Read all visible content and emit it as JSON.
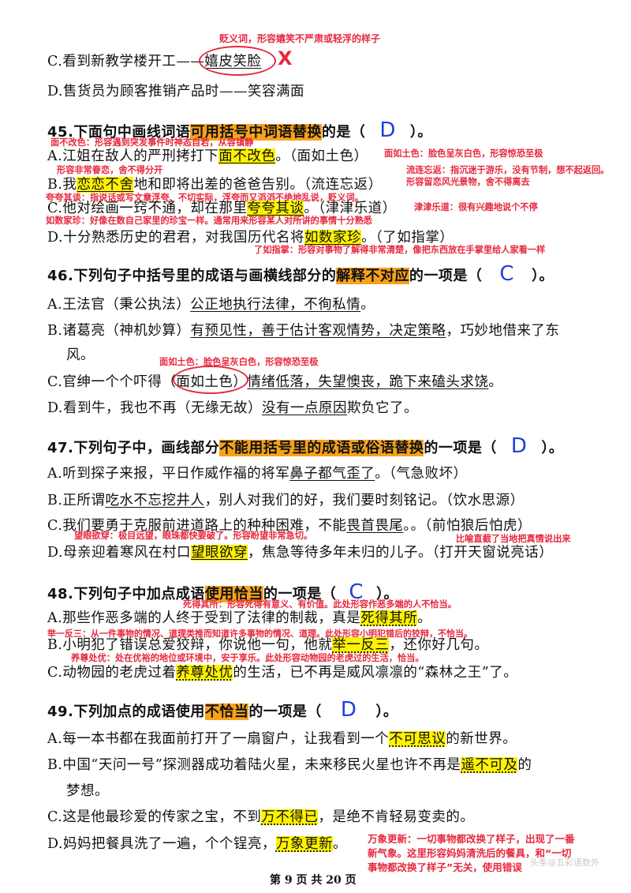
{
  "top": {
    "c_note": "贬义词，形容嬉笑不严肃或轻浮的样子",
    "c_pre": "C.看到新教学楼开工——",
    "c_word": "嬉皮笑脸",
    "c_mark": "X",
    "d_line": "D.售货员为顾客推销产品时——笑容满面"
  },
  "q45": {
    "num": "45.",
    "pre": "下面句中画线词语",
    "hl": "可用括号中词语替换",
    "post": "的是（",
    "answer": "D",
    "close": "）。",
    "note_a": "面不改色：形容遇到突发事件时神态自若，从容镇静",
    "a_pre": "A.江姐在敌人的严刑拷打下",
    "a_word": "面不改色",
    "a_post": "。（面如土色）",
    "note_a_right": "面如土色：脸色呈灰白色，形容惊恐至极",
    "note_b_left": "形容非常眷恋，舍不得分开",
    "b_pre": "B.我",
    "b_word": "恋恋不舍",
    "b_post": "地和即将出差的爸爸告别。（流连忘返）",
    "note_b_right": "流连忘返：指沉迷于游乐，没有节制，想不起返回。形容留恋风光景物，舍不得离去",
    "note_c": "夸夸其谈：指说话或写文章浮夸、不切实际，浮夸而又滔滔不绝地乱说，贬义词。",
    "c_pre": "C.他对绘画一窍不通，却在那里",
    "c_word": "夸夸其谈",
    "c_post": "。（津津乐道）",
    "note_c_right": "津津乐道：很有兴趣地说个不停",
    "note_d": "如数家珍：好像在数自己家里的珍宝一样。通常用来形容某人对所讲的事情十分熟悉",
    "d_pre": "D.十分熟悉历史的君君，对我国历代名将",
    "d_word": "如数家珍",
    "d_post": "。（了如指掌）",
    "note_d_bottom": "了如指掌：形容对事物了解得非常清楚，像把东西放在手掌里给人家看一样"
  },
  "q46": {
    "num": "46.",
    "pre": "下列句子中括号里的成语与画横线部分的",
    "hl": "解释不对应",
    "post": "的一项是（",
    "answer": "C",
    "close": "）。",
    "a_pre": "A.王法官（秉公执法）",
    "a_ul": "公正地执行法律，不徇私情",
    "a_post": "。",
    "b_pre": "B.诸葛亮（神机妙算）",
    "b_ul": "有预见性，善于估计客观情势，决定策略",
    "b_post": "，巧妙地借来了东",
    "b_cont": "风。",
    "note_c_top": "面如土色：脸色呈灰白色，形容惊恐至极",
    "c_pre": "C.官绅一个个吓得（",
    "c_word": "面如土色",
    "c_mid": "）",
    "c_ul": "情绪低落，失望懊丧，跪下来磕头求饶",
    "c_post": "。",
    "d_pre": "D.看到牛，我也不再（无缘无故）",
    "d_ul": "没有一点原因",
    "d_post": "欺负它了。"
  },
  "q47": {
    "num": "47.",
    "pre": "下列句子中，画线部分",
    "hl": "不能用括号里的成语或俗语替换",
    "post": "的一项是（",
    "answer": "D",
    "close": "）。",
    "a_pre": "A.听到探子来报，平日作威作福的将军",
    "a_ul": "鼻子都气歪了",
    "a_post": "。（气急败坏）",
    "b_pre": "B.正所谓",
    "b_ul": "吃水不忘挖井人",
    "b_post": "，别人对我们的好，我们要时刻铭记。（饮水思源）",
    "c_pre": "C.我们要勇于克服前进道路上的种种困难，不能",
    "c_ul": "畏首畏尾",
    "c_post": "。。（前怕狼后怕虎）",
    "note_d_left": "望眼欲穿：极目远望，眼珠都快要破了。形容盼望非常急切。",
    "note_d_right": "比喻直截了当地把真情说出来",
    "d_pre": "D.母亲迎着寒风在村口",
    "d_word": "望眼欲穿",
    "d_post": "，焦急等待多年未归的儿子。（打开天窗说亮话）"
  },
  "q48": {
    "num": "48.",
    "pre": "下列句子中加点成语",
    "hl": "使用恰当",
    "post": "的一项是（",
    "answer": "C",
    "close": "）。",
    "note_a": "死得其所：形容死得有意义、有价值。此处形容作恶多端的人不恰当。",
    "a_pre": "A.那些作恶多端的人终于受到了法律的制裁，真是",
    "a_word": "死得其所",
    "a_post": "。",
    "note_b": "举一反三：从一件事物的情况、道理类推而知道许多事物的情况、道理。此处形容小明犯错后的狡辩，不恰当。",
    "b_pre": "B.小明犯了错误总爱狡辩，你说他一句，他就",
    "b_word": "举一反三",
    "b_post": "，还你好几句。",
    "note_c": "养尊处优：处在优裕的地位或环境中，安于享乐。此处形容动物园的老虎过的生活，恰当。",
    "c_pre": "C.动物园的老虎过着",
    "c_word": "养尊处优",
    "c_post": "的生活，已不再是威风凛凛的“森林之王”了。"
  },
  "q49": {
    "num": "49.",
    "pre": "下列加点的成语使用",
    "hl": "不恰当",
    "post": "的一项是（",
    "answer": "D",
    "close": "）。",
    "a_pre": "A.每一本书都在我面前打开了一扇窗户，让我看到一个",
    "a_word": "不可思议",
    "a_post": "的新世界。",
    "b_pre": "B.中国“天问一号”探测器成功着陆火星，未来移民火星也许不再是",
    "b_word": "遥不可及",
    "b_post": "的",
    "b_cont": "梦想。",
    "c_pre": "C.这是他最珍爱的传家之宝，不到",
    "c_word": "万不得已",
    "c_post": "，是绝不肯轻易变卖的。",
    "d_pre": "D.妈妈把餐具洗了一遍，个个锃亮，",
    "d_word": "万象更新",
    "d_post": "。",
    "note_d_1": "万象更新：一切事物都改换了样子，出现了一番",
    "note_d_2": "新气象。这里形容妈妈清洗后的餐具，和“一切",
    "note_d_3": "事物都改换了样子”无关，使用错误"
  },
  "footer": {
    "page": "第 9 页 共 20 页",
    "watermark": "头条@五彩语数外"
  }
}
